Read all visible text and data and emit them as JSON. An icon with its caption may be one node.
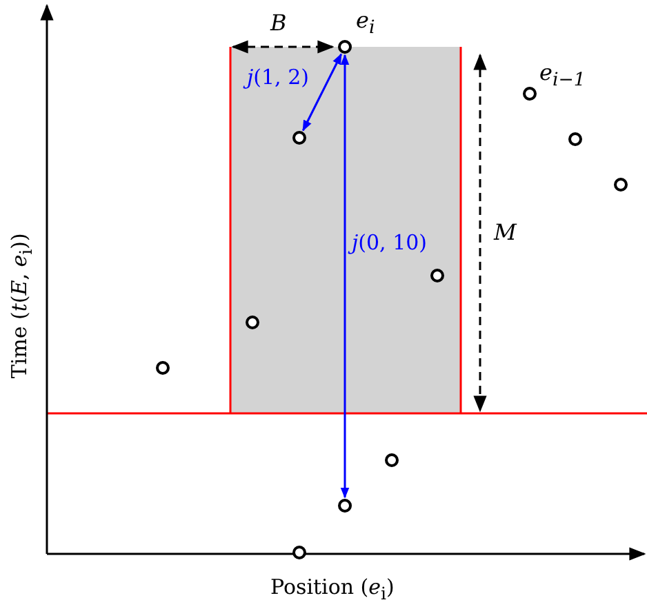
{
  "diagram": {
    "nodes": [
      {
        "text": [],
        "shape": "circle"
      },
      {
        "text": [],
        "shape": "circle"
      },
      {
        "text": [],
        "shape": "circle"
      },
      {
        "text": [],
        "shape": "circle"
      },
      {
        "text": [],
        "shape": "circle",
        "beside": [
          "e$_{i}$"
        ]
      },
      {
        "text": [],
        "shape": "circle"
      },
      {
        "text": [],
        "shape": "circle"
      },
      {
        "text": [],
        "shape": "circle"
      },
      {
        "text": [],
        "shape": "circle",
        "beside": [
          "e$_{i−1}$"
        ]
      },
      {
        "text": [],
        "shape": "circle"
      },
      {
        "text": [],
        "shape": "circle"
      }
    ],
    "edges": [
      {
        "from": 4,
        "to": 2,
        "arrow": "both",
        "label": "*j*(1, 2)"
      },
      {
        "from": 4,
        "to": 5,
        "arrow": "both",
        "label": "*j*(0, 10)"
      }
    ],
    "labels": [
      "B",
      "M",
      "Time (*t*(*E*, *e*$_{i}$))",
      "Position (*e*$_{i}$)"
    ]
  }
}
